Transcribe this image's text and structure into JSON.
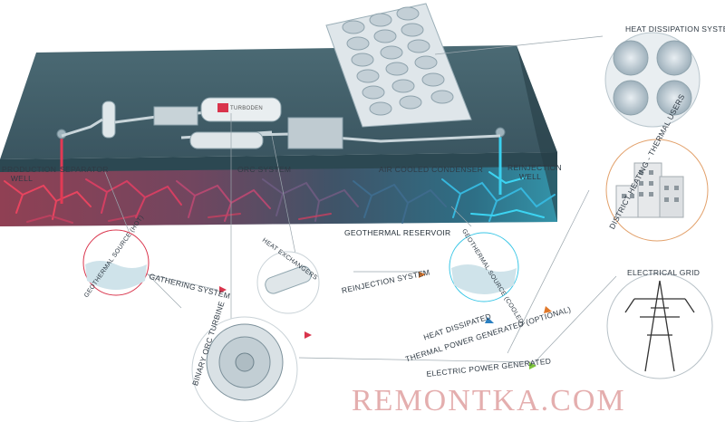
{
  "labels": {
    "production_well": "PRODUCTION WELL",
    "separator": "SEPARATOR",
    "orc_system": "ORC SYSTEM",
    "air_cooled_condenser": "AIR COOLED CONDENSER",
    "reinjection_well": "REINJECTION WELL",
    "geothermal_reservoir": "GEOTHERMAL RESERVOIR",
    "heat_dissipation_system": "HEAT DISSIPATION SYSTEM",
    "district_heating": "DISTRICT HEATING - THERMAL USERS",
    "geothermal_source_hot": "GEOTHERMAL SOURCE (HOT)",
    "gathering_system": "GATHERING SYSTEM",
    "heat_exchangers": "HEAT EXCHANGERS",
    "reinjection_system": "REINJECTION SYSTEM",
    "geothermal_source_cooled": "GEOTHERMAL SOURCE (COOLED)",
    "electrical_grid": "ELECTRICAL GRID",
    "heat_dissipated": "HEAT DISSIPATED",
    "thermal_power_generated": "THERMAL POWER GENERATED (OPTIONAL)",
    "electric_power_generated": "ELECTRIC POWER GENERATED",
    "binary_orc_turbine": "BINARY ORC TURBINE",
    "brand": "TURBODEN"
  },
  "watermark": "REMONTKA.COM",
  "colors": {
    "ground_top": "#3f5c66",
    "ground_side": "#2c4852",
    "hot": "#d9344c",
    "cold": "#39c6e6",
    "arrow_red": "#d9344c",
    "arrow_orange": "#e0782a",
    "arrow_blue": "#2a7fc0",
    "arrow_green": "#7cc43a"
  }
}
